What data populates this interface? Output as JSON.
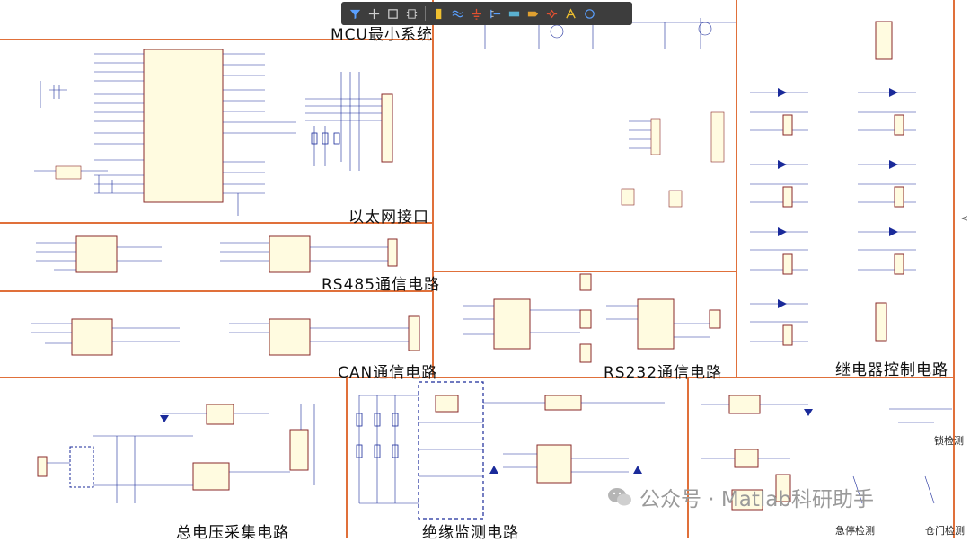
{
  "sections": {
    "mcu": "MCU最小系统",
    "ethernet": "以太网接口",
    "rs485": "RS485通信电路",
    "can": "CAN通信电路",
    "rs232": "RS232通信电路",
    "relay": "继电器控制电路",
    "voltage": "总电压采集电路",
    "insulation": "绝缘监测电路"
  },
  "labels": {
    "lock": "锁检测",
    "estop": "急停检测",
    "door": "仓门检测"
  },
  "toolbar": {
    "tools": [
      "filter-icon",
      "crosshair-icon",
      "rectangle-icon",
      "component-icon",
      "bus-icon",
      "wire-icon",
      "ground-icon",
      "port-icon",
      "net-label-icon",
      "tag-icon",
      "diff-pair-icon",
      "text-icon",
      "arc-icon"
    ]
  },
  "watermark": {
    "text": "公众号 · Matlab科研助手"
  },
  "colors": {
    "border": "#e0703a",
    "wire": "#1a2a9a",
    "net": "#c03030",
    "ground": "#3a8a3a"
  }
}
